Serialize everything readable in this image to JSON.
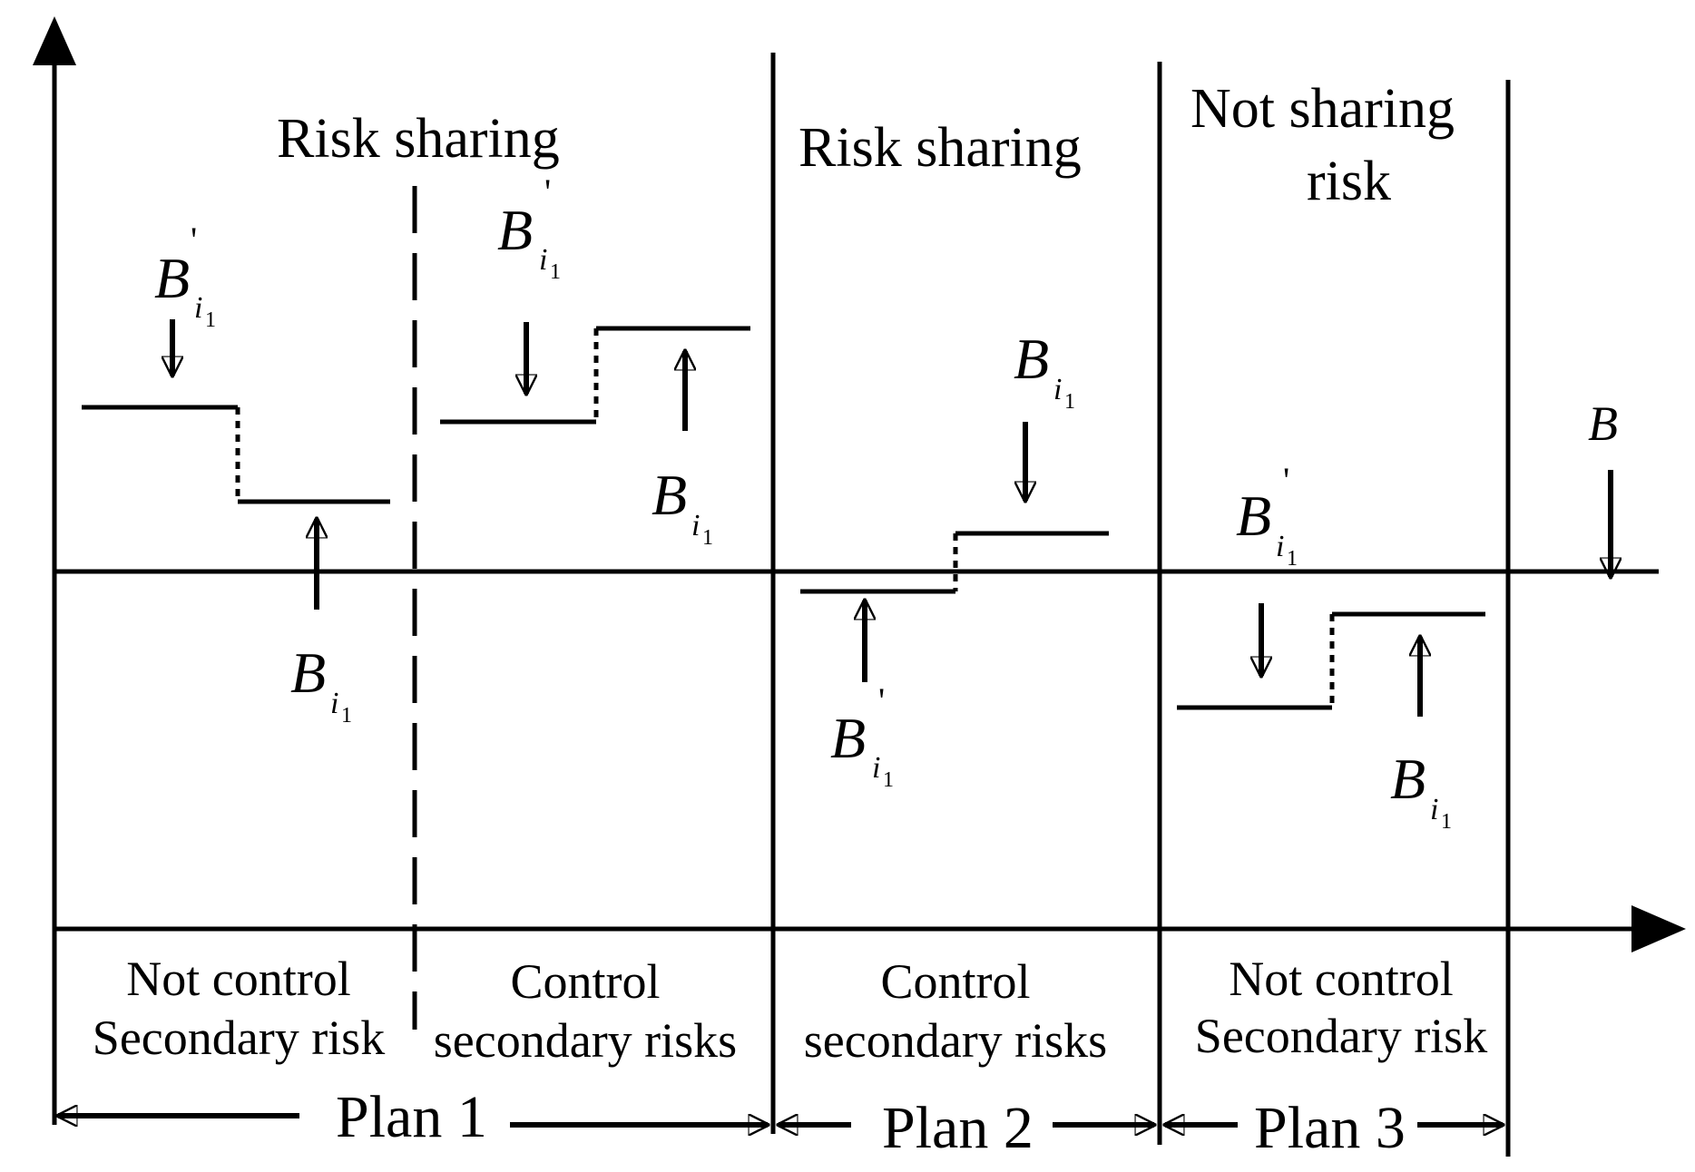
{
  "headings": {
    "plan1": "Risk sharing",
    "plan2": "Risk sharing",
    "plan3_line1": "Not sharing",
    "plan3_line2": "risk"
  },
  "bottom_labels": {
    "p1a_line1": "Not control",
    "p1a_line2": "Secondary risk",
    "p1b_line1": "Control",
    "p1b_line2": "secondary risks",
    "p2_line1": "Control",
    "p2_line2": "secondary risks",
    "p3_line1": "Not control",
    "p3_line2": "Secondary risk"
  },
  "plans": {
    "plan1": "Plan 1",
    "plan2": "Plan 2",
    "plan3": "Plan 3"
  },
  "symbols": {
    "base": "B",
    "sub": "i",
    "subsub": "1",
    "prime": "'",
    "B_axis": "B"
  }
}
